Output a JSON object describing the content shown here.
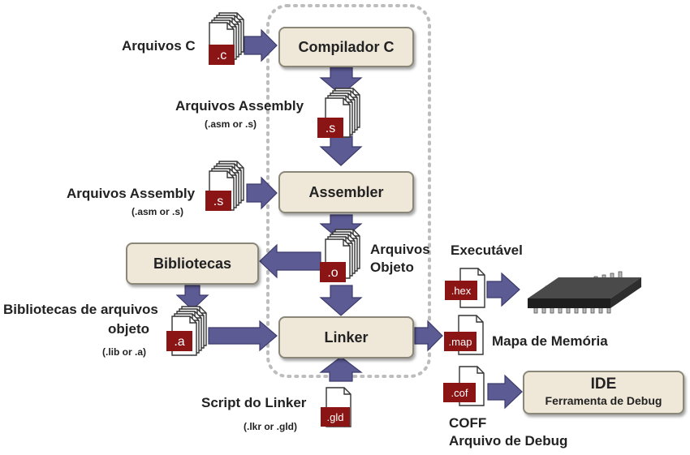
{
  "processes": {
    "compiler": "Compilador C",
    "assembler": "Assembler",
    "linker": "Linker",
    "libraries": "Bibliotecas",
    "ide_title": "IDE",
    "ide_subtitle": "Ferramenta de Debug"
  },
  "labels": {
    "c_files": "Arquivos C",
    "asm_files_mid": "Arquivos Assembly",
    "asm_ext_mid": "(.asm or .s)",
    "asm_files_left": "Arquivos Assembly",
    "asm_ext_left": "(.asm or .s)",
    "object_files_line1": "Arquivos",
    "object_files_line2": "Objeto",
    "lib_files_line1": "Bibliotecas de arquivos",
    "lib_files_line2": "objeto",
    "lib_ext": "(.lib or .a)",
    "linker_script": "Script do Linker",
    "linker_script_ext": "(.lkr or .gld)",
    "executable": "Executável",
    "memory_map": "Mapa de Memória",
    "coff": "COFF",
    "debug_file": "Arquivo de Debug"
  },
  "file_tags": {
    "c": ".c",
    "s_mid": ".s",
    "s_left": ".s",
    "o": ".o",
    "a": ".a",
    "gld": ".gld",
    "hex": ".hex",
    "map": ".map",
    "cof": ".cof"
  },
  "colors": {
    "arrow": "#5c5b94",
    "arrow_stroke": "#3c3b6c",
    "box_fill": "#efe8d8",
    "tag_fill": "#8b1515",
    "dotted_border": "#bdbdbd"
  },
  "icons": [
    "document-stack-icon",
    "document-icon",
    "microchip-icon"
  ]
}
